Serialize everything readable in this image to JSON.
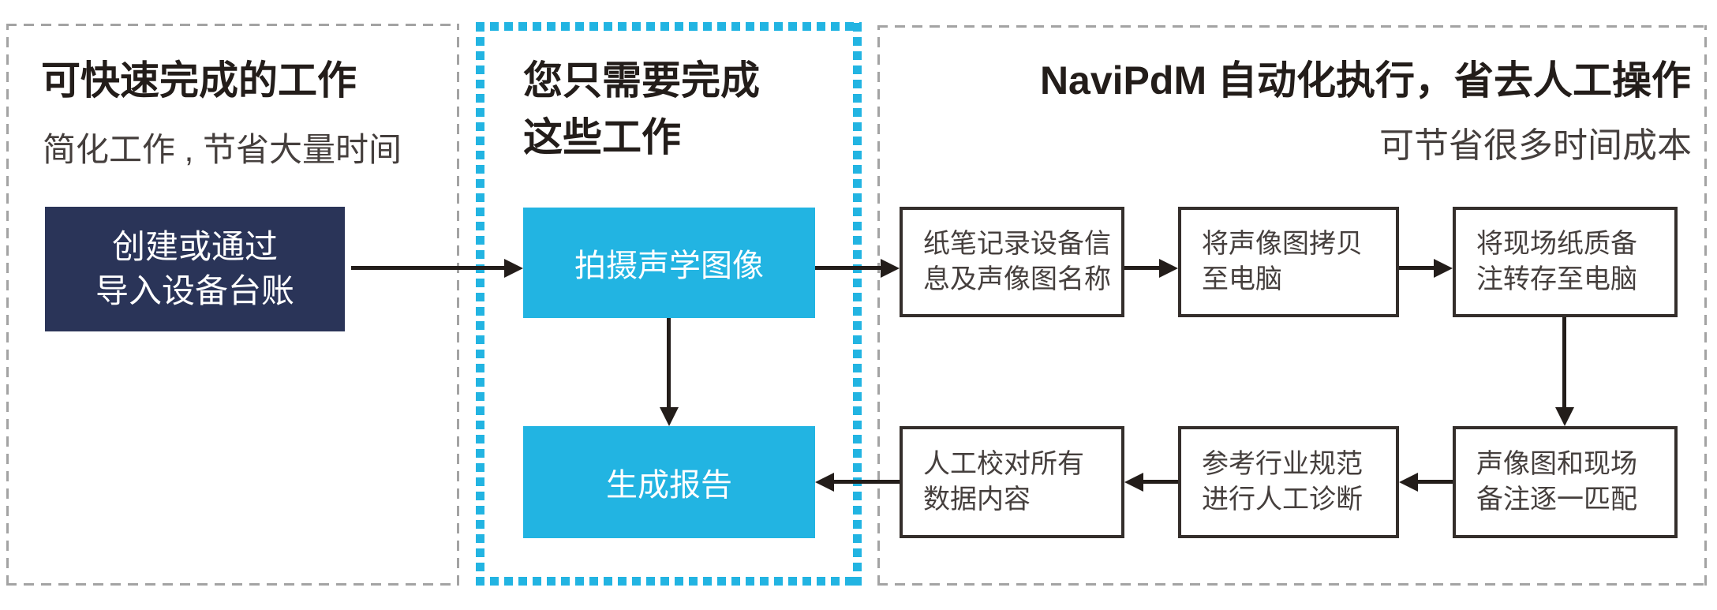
{
  "colors": {
    "cyan": "#22b4e2",
    "navy": "#2a3458",
    "box_border": "#342e2b",
    "arrow": "#231d1a",
    "panel_dash_gray": "#a3a3a3",
    "title_text": "#231d1a",
    "body_text": "#453f3d"
  },
  "left_panel": {
    "title": "可快速完成的工作",
    "subtitle": "简化工作 , 节省大量时间",
    "box": {
      "line1": "创建或通过",
      "line2": "导入设备台账"
    }
  },
  "middle_panel": {
    "title_line1": "您只需要完成",
    "title_line2": "这些工作",
    "box1": "拍摄声学图像",
    "box2": "生成报告"
  },
  "right_panel": {
    "title": "NaviPdM 自动化执行，省去人工操作",
    "subtitle": "可节省很多时间成本",
    "steps": [
      {
        "line1": "纸笔记录设备信",
        "line2": "息及声像图名称"
      },
      {
        "line1": "将声像图拷贝",
        "line2": "至电脑"
      },
      {
        "line1": "将现场纸质备",
        "line2": "注转存至电脑"
      },
      {
        "line1": "声像图和现场",
        "line2": "备注逐一匹配"
      },
      {
        "line1": "参考行业规范",
        "line2": "进行人工诊断"
      },
      {
        "line1": "人工校对所有",
        "line2": "数据内容"
      }
    ]
  }
}
